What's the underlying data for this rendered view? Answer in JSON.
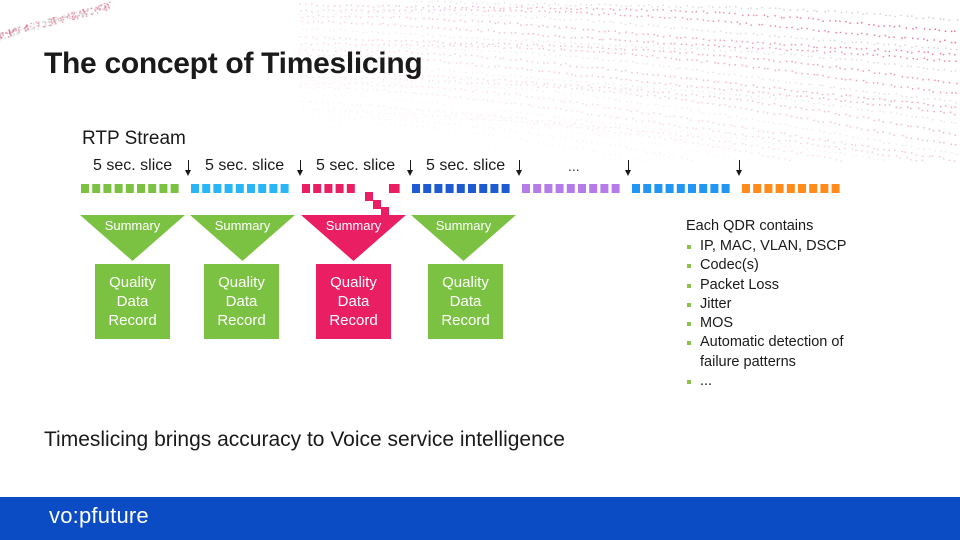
{
  "title": "The concept of Timeslicing",
  "stream_label": "RTP Stream",
  "slice_labels": [
    "5 sec. slice",
    "5 sec. slice",
    "5 sec. slice",
    "5 sec. slice"
  ],
  "ellipsis": "...",
  "summary_label": "Summary",
  "qdr_lines": [
    "Quality",
    "Data",
    "Record"
  ],
  "qdr_heading": "Each QDR contains",
  "qdr_items": [
    "IP, MAC, VLAN, DSCP",
    "Codec(s)",
    "Packet Loss",
    "Jitter",
    "MOS",
    "Automatic detection of",
    "failure patterns",
    "..."
  ],
  "tagline": "Timeslicing brings accuracy to Voice service intelligence",
  "footer": {
    "logo_text": "vo:pfuture"
  },
  "colors": {
    "green": "#7cc242",
    "cyan": "#29b6f6",
    "magenta": "#e91e63",
    "blue": "#1e5bd1",
    "lavender": "#b57be8",
    "light_blue": "#2196f3",
    "orange": "#ff8c1a",
    "footer_blue": "#0b4bc4"
  },
  "stream_segments": [
    "green",
    "cyan",
    "magenta",
    "blue",
    "lavender",
    "light_blue",
    "orange"
  ],
  "summary_colors": [
    "green",
    "green",
    "magenta",
    "green"
  ]
}
